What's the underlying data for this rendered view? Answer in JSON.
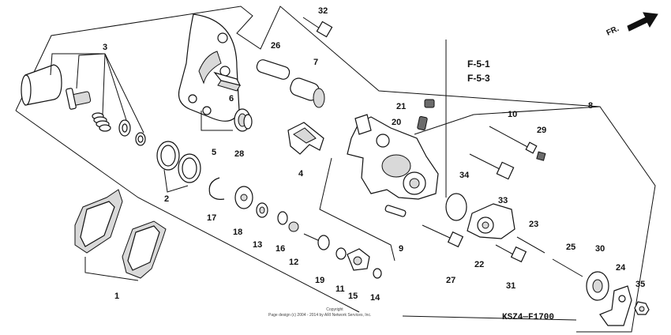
{
  "diagram": {
    "part_numbers": [
      "1",
      "2",
      "3",
      "4",
      "5",
      "6",
      "7",
      "8",
      "9",
      "10",
      "11",
      "12",
      "13",
      "14",
      "15",
      "16",
      "17",
      "18",
      "19",
      "20",
      "21",
      "22",
      "23",
      "24",
      "25",
      "26",
      "27",
      "28",
      "29",
      "30",
      "31",
      "32",
      "33",
      "34",
      "35"
    ],
    "references": [
      "F-5-1",
      "F-5-3"
    ],
    "direction_label": "FR.",
    "diagram_code": "KSZ4—F1700",
    "copyright_line1": "Copyright",
    "copyright_line2": "Page design (c) 2004 - 2014 by ARI Network Services, Inc."
  }
}
